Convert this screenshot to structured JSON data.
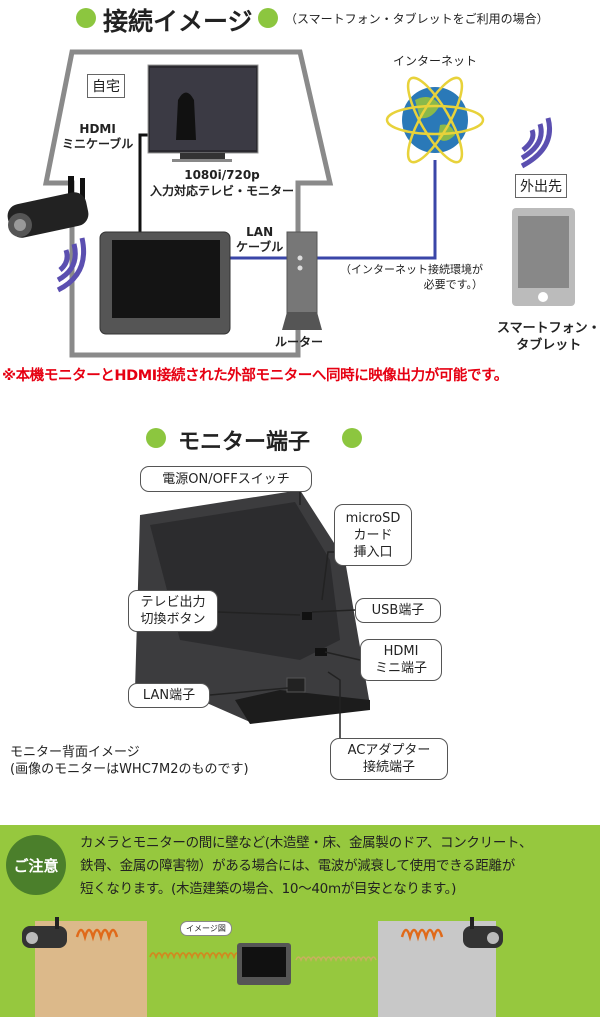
{
  "connection": {
    "title": "接続イメージ",
    "subtitle": "（スマートフォン・タブレットをご利用の場合）",
    "home_label": "自宅",
    "hdmi_label": [
      "HDMI",
      "ミニケーブル"
    ],
    "tv_label": [
      "1080i/720p",
      "入力対応テレビ・モニター"
    ],
    "lan_label": [
      "LAN",
      "ケーブル"
    ],
    "router_label": "ルーター",
    "internet_label": "インターネット",
    "internet_note": [
      "（インターネット接続環境が",
      "必要です。）"
    ],
    "away_label": "外出先",
    "device_label": [
      "スマートフォン・",
      "タブレット"
    ],
    "notice": "※本機モニターとHDMI接続された外部モニターへ同時に映像出力が可能です。"
  },
  "terminals": {
    "title": "モニター端子",
    "power_switch": "電源ON/OFFスイッチ",
    "microsd": [
      "microSD",
      "カード",
      "挿入口"
    ],
    "tv_output": [
      "テレビ出力",
      "切換ボタン"
    ],
    "usb": "USB端子",
    "hdmi": [
      "HDMI",
      "ミニ端子"
    ],
    "lan": "LAN端子",
    "ac": [
      "ACアダプター",
      "接続端子"
    ],
    "caption": [
      "モニター背面イメージ",
      "(画像のモニターはWHC7M2のものです)"
    ]
  },
  "caution": {
    "badge": "ご注意",
    "lines": [
      "カメラとモニターの間に壁など(木造壁・床、金属製のドア、コンクリート、",
      "鉄骨、金属の障害物）がある場合には、電波が減衰して使用できる距離が",
      "短くなります。(木造建築の場合、10～40mが目安となります。)"
    ],
    "image_tag": "イメージ図"
  },
  "colors": {
    "accent_green": "#8cc63f",
    "notice_red": "#e60012",
    "caution_bg": "#96c83e",
    "caution_badge": "#4b7f2b",
    "cable_blue": "#3a46a8"
  }
}
